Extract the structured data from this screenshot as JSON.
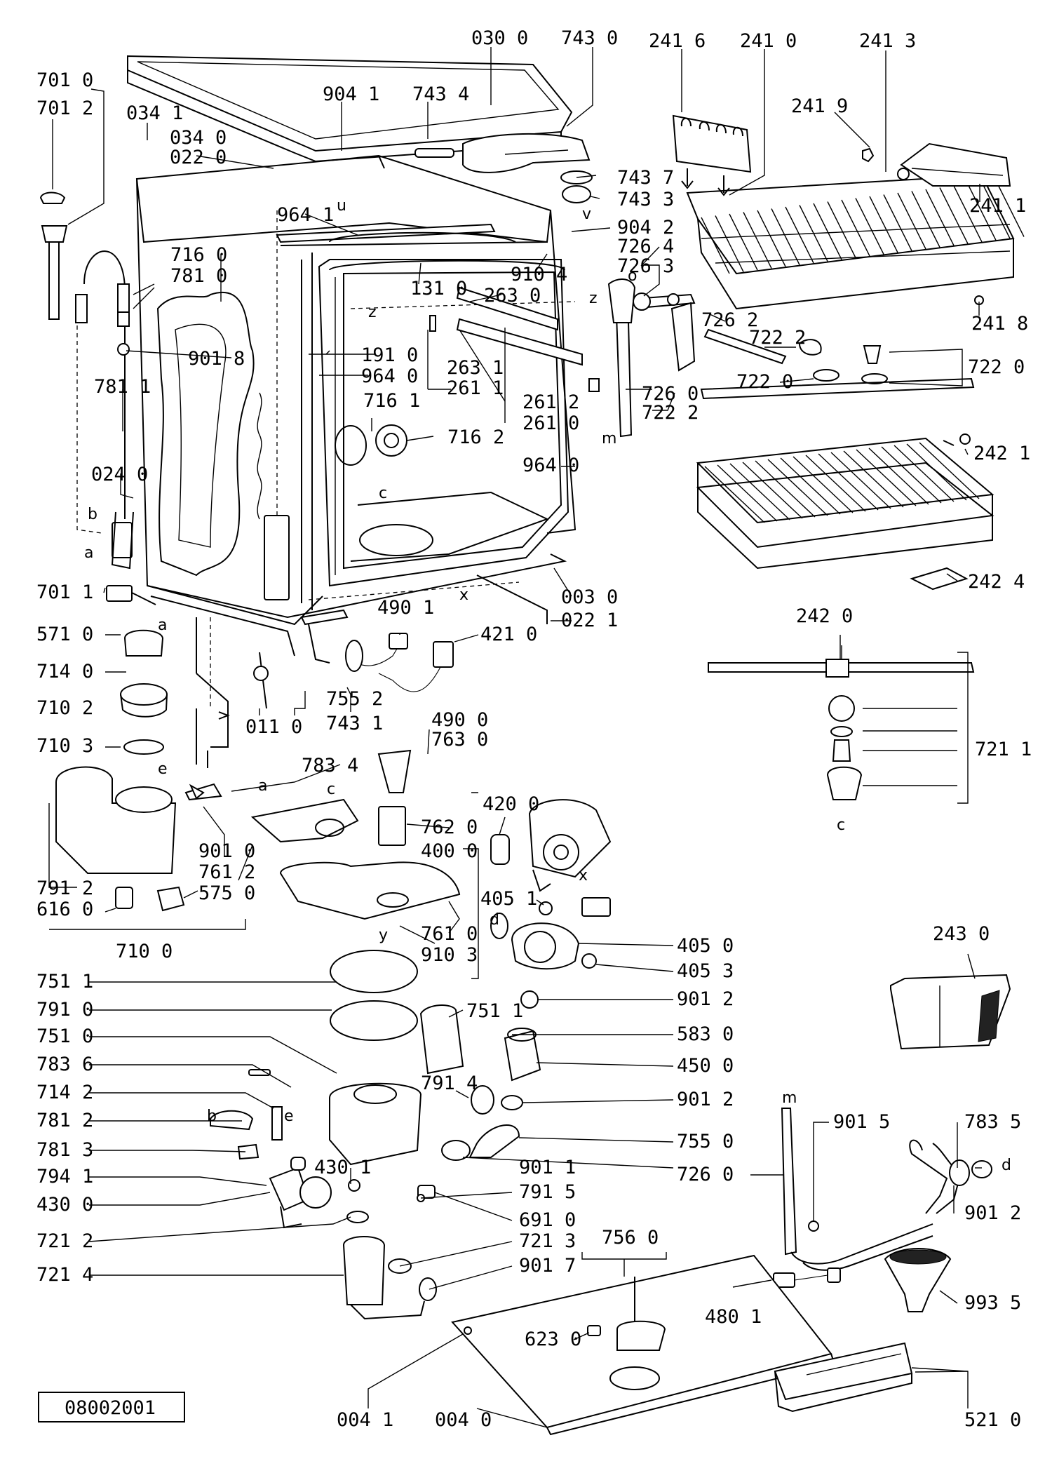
{
  "labels": [
    {
      "id": "030_0",
      "text": "030 0"
    },
    {
      "id": "743_0",
      "text": "743 0"
    },
    {
      "id": "241_6",
      "text": "241 6"
    },
    {
      "id": "241_0",
      "text": "241 0"
    },
    {
      "id": "241_3",
      "text": "241 3"
    },
    {
      "id": "701_0",
      "text": "701 0"
    },
    {
      "id": "701_2",
      "text": "701 2"
    },
    {
      "id": "034_1",
      "text": "034 1"
    },
    {
      "id": "904_1",
      "text": "904 1"
    },
    {
      "id": "743_4",
      "text": "743 4"
    },
    {
      "id": "241_9",
      "text": "241 9"
    },
    {
      "id": "034_0",
      "text": "034 0"
    },
    {
      "id": "022_0",
      "text": "022 0"
    },
    {
      "id": "743_7",
      "text": "743 7"
    },
    {
      "id": "743_3",
      "text": "743 3"
    },
    {
      "id": "241_1",
      "text": "241 1"
    },
    {
      "id": "964_1",
      "text": "964 1"
    },
    {
      "id": "904_2",
      "text": "904 2"
    },
    {
      "id": "726_4",
      "text": "726 4"
    },
    {
      "id": "726_3",
      "text": "726 3"
    },
    {
      "id": "910_4",
      "text": "910 4"
    },
    {
      "id": "716_0",
      "text": "716 0"
    },
    {
      "id": "781_0",
      "text": "781 0"
    },
    {
      "id": "131_0",
      "text": "131 0"
    },
    {
      "id": "263_0",
      "text": "263 0"
    },
    {
      "id": "241_8",
      "text": "241 8"
    },
    {
      "id": "726_2",
      "text": "726 2"
    },
    {
      "id": "722_2a",
      "text": "722 2"
    },
    {
      "id": "722_0",
      "text": "722 0"
    },
    {
      "id": "722_0b",
      "text": "722 0"
    },
    {
      "id": "901_8",
      "text": "901 8"
    },
    {
      "id": "191_0",
      "text": "191 0"
    },
    {
      "id": "781_1",
      "text": "781 1"
    },
    {
      "id": "964_0",
      "text": "964 0"
    },
    {
      "id": "263_1",
      "text": "263 1"
    },
    {
      "id": "261_1",
      "text": "261 1"
    },
    {
      "id": "726_0",
      "text": "726 0"
    },
    {
      "id": "722_2b",
      "text": "722 2"
    },
    {
      "id": "261_2",
      "text": "261 2"
    },
    {
      "id": "716_1",
      "text": "716 1"
    },
    {
      "id": "261_0",
      "text": "261 0"
    },
    {
      "id": "716_2",
      "text": "716 2"
    },
    {
      "id": "242_1",
      "text": "242 1"
    },
    {
      "id": "964_0b",
      "text": "964 0"
    },
    {
      "id": "024_0",
      "text": "024 0"
    },
    {
      "id": "242_4",
      "text": "242 4"
    },
    {
      "id": "701_1",
      "text": "701 1"
    },
    {
      "id": "003_0",
      "text": "003 0"
    },
    {
      "id": "022_1",
      "text": "022 1"
    },
    {
      "id": "490_1",
      "text": "490 1"
    },
    {
      "id": "421_0",
      "text": "421 0"
    },
    {
      "id": "242_0",
      "text": "242 0"
    },
    {
      "id": "571_0",
      "text": "571 0"
    },
    {
      "id": "714_0",
      "text": "714 0"
    },
    {
      "id": "755_2",
      "text": "755 2"
    },
    {
      "id": "710_2",
      "text": "710 2"
    },
    {
      "id": "011_0",
      "text": "011 0"
    },
    {
      "id": "743_1",
      "text": "743 1"
    },
    {
      "id": "490_0",
      "text": "490 0"
    },
    {
      "id": "763_0",
      "text": "763 0"
    },
    {
      "id": "721_1",
      "text": "721 1"
    },
    {
      "id": "710_3",
      "text": "710 3"
    },
    {
      "id": "783_4",
      "text": "783 4"
    },
    {
      "id": "420_0",
      "text": "420 0"
    },
    {
      "id": "762_0",
      "text": "762 0"
    },
    {
      "id": "901_0",
      "text": "901 0"
    },
    {
      "id": "400_0",
      "text": "400 0"
    },
    {
      "id": "761_2",
      "text": "761 2"
    },
    {
      "id": "791_2",
      "text": "791 2"
    },
    {
      "id": "575_0",
      "text": "575 0"
    },
    {
      "id": "405_1",
      "text": "405 1"
    },
    {
      "id": "616_0",
      "text": "616 0"
    },
    {
      "id": "761_0",
      "text": "761 0"
    },
    {
      "id": "243_0",
      "text": "243 0"
    },
    {
      "id": "910_3",
      "text": "910 3"
    },
    {
      "id": "710_0",
      "text": "710 0"
    },
    {
      "id": "405_0",
      "text": "405 0"
    },
    {
      "id": "405_3",
      "text": "405 3"
    },
    {
      "id": "751_1a",
      "text": "751 1"
    },
    {
      "id": "901_2a",
      "text": "901 2"
    },
    {
      "id": "791_0",
      "text": "791 0"
    },
    {
      "id": "751_1b",
      "text": "751 1"
    },
    {
      "id": "583_0",
      "text": "583 0"
    },
    {
      "id": "751_0",
      "text": "751 0"
    },
    {
      "id": "450_0",
      "text": "450 0"
    },
    {
      "id": "783_6",
      "text": "783 6"
    },
    {
      "id": "791_4",
      "text": "791 4"
    },
    {
      "id": "714_2",
      "text": "714 2"
    },
    {
      "id": "901_2b",
      "text": "901 2"
    },
    {
      "id": "901_5",
      "text": "901 5"
    },
    {
      "id": "783_5",
      "text": "783 5"
    },
    {
      "id": "781_2",
      "text": "781 2"
    },
    {
      "id": "755_0",
      "text": "755 0"
    },
    {
      "id": "781_3",
      "text": "781 3"
    },
    {
      "id": "901_1",
      "text": "901 1"
    },
    {
      "id": "726_0b",
      "text": "726 0"
    },
    {
      "id": "430_1",
      "text": "430 1"
    },
    {
      "id": "794_1",
      "text": "794 1"
    },
    {
      "id": "791_5",
      "text": "791 5"
    },
    {
      "id": "901_2c",
      "text": "901 2"
    },
    {
      "id": "430_0",
      "text": "430 0"
    },
    {
      "id": "691_0",
      "text": "691 0"
    },
    {
      "id": "721_2",
      "text": "721 2"
    },
    {
      "id": "721_3",
      "text": "721 3"
    },
    {
      "id": "756_0",
      "text": "756 0"
    },
    {
      "id": "721_4",
      "text": "721 4"
    },
    {
      "id": "901_7",
      "text": "901 7"
    },
    {
      "id": "993_5",
      "text": "993 5"
    },
    {
      "id": "480_1",
      "text": "480 1"
    },
    {
      "id": "623_0",
      "text": "623 0"
    },
    {
      "id": "004_1",
      "text": "004 1"
    },
    {
      "id": "004_0",
      "text": "004 0"
    },
    {
      "id": "521_0",
      "text": "521 0"
    }
  ],
  "letters": [
    {
      "id": "u",
      "text": "u"
    },
    {
      "id": "v",
      "text": "v"
    },
    {
      "id": "z1",
      "text": "z"
    },
    {
      "id": "z2",
      "text": "z"
    },
    {
      "id": "m1",
      "text": "m"
    },
    {
      "id": "b1",
      "text": "b"
    },
    {
      "id": "a1",
      "text": "a"
    },
    {
      "id": "c1",
      "text": "c"
    },
    {
      "id": "x1",
      "text": "x"
    },
    {
      "id": "a2",
      "text": "a"
    },
    {
      "id": "e1",
      "text": "e"
    },
    {
      "id": "a3",
      "text": "a"
    },
    {
      "id": "c2",
      "text": "c"
    },
    {
      "id": "c3",
      "text": "c"
    },
    {
      "id": "x2",
      "text": "x"
    },
    {
      "id": "d1",
      "text": "d"
    },
    {
      "id": "y1",
      "text": "y"
    },
    {
      "id": "m2",
      "text": "m"
    },
    {
      "id": "d2",
      "text": "d"
    },
    {
      "id": "b2",
      "text": "b"
    },
    {
      "id": "e2",
      "text": "e"
    },
    {
      "id": "o1",
      "text": "o"
    }
  ],
  "drawing_id": "08002001"
}
